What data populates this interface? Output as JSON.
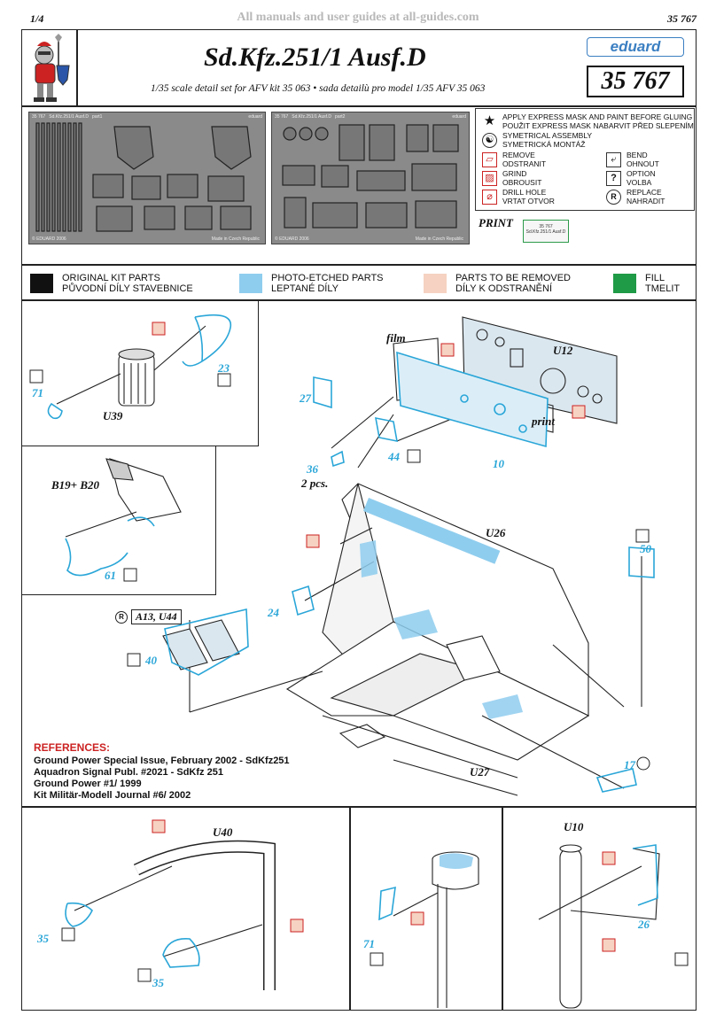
{
  "page": {
    "number": "1/4",
    "code": "35 767",
    "watermark": "All manuals and user guides at all-guides.com"
  },
  "header": {
    "title": "Sd.Kfz.251/1 Ausf.D",
    "subtitle": "1/35 scale detail set for AFV kit 35 063 • sada detailù pro model 1/35 AFV 35 063",
    "brand": "eduard",
    "code": "35 767"
  },
  "legend": {
    "mask": {
      "line1": "APPLY EXPRESS MASK AND PAINT BEFORE GLUING",
      "line2": "POUŽIT EXPRESS MASK NABARVIT PŘED SLEPENÍM"
    },
    "sym": {
      "line1": "SYMETRICAL ASSEMBLY",
      "line2": "SYMETRICKÁ MONTÁŽ"
    },
    "remove": {
      "line1": "REMOVE",
      "line2": "ODSTRANIT"
    },
    "bend": {
      "line1": "BEND",
      "line2": "OHNOUT"
    },
    "grind": {
      "line1": "GRIND",
      "line2": "OBROUSIT"
    },
    "option": {
      "line1": "OPTION",
      "line2": "VOLBA"
    },
    "drill": {
      "line1": "DRILL HOLE",
      "line2": "VRTAT OTVOR"
    },
    "replace": {
      "line1": "REPLACE",
      "line2": "NAHRADIT"
    }
  },
  "print_label": "PRINT",
  "print_sheet": {
    "code": "35 767",
    "name": "Sd.Kfz.251/1 Ausf.D"
  },
  "colors_bar": {
    "original": {
      "line1": "ORIGINAL KIT PARTS",
      "line2": "PŮVODNÍ DÍLY STAVEBNICE",
      "color": "#111111"
    },
    "pe": {
      "line1": "PHOTO-ETCHED PARTS",
      "line2": "LEPTANÉ DÍLY",
      "color": "#8fcdee"
    },
    "remove": {
      "line1": "PARTS TO BE REMOVED",
      "line2": "DÍLY K ODSTRANĚNÍ",
      "color": "#f6d2c2"
    },
    "fill": {
      "line1": "FILL",
      "line2": "TMELIT",
      "color": "#1f9a46"
    }
  },
  "frets": {
    "fret1": {
      "code": "35 767",
      "name": "Sd.Kfz.251/1 Ausf.D",
      "part": "part1",
      "brand": "eduard",
      "copyright": "© EDUARD 2006",
      "origin": "Made in Czech Republic"
    },
    "fret2": {
      "code": "35 767",
      "name": "Sd.Kfz.251/1 Ausf.D",
      "part": "part2",
      "brand": "eduard",
      "copyright": "© EDUARD 2006",
      "origin": "Made in Czech Republic"
    }
  },
  "labels": {
    "p71": "71",
    "p23": "23",
    "u39": "U39",
    "b19": "B19+ B20",
    "p61": "61",
    "film": "film",
    "print": "print",
    "u12": "U12",
    "p27": "27",
    "p44": "44",
    "p10": "10",
    "p36": "36",
    "pcs": "2 pcs.",
    "u26": "U26",
    "p50": "50",
    "p24": "24",
    "replace_ref": "A13, U44",
    "p40": "40",
    "p17": "17",
    "u27": "U27",
    "u40": "U40",
    "p35a": "35",
    "p35b": "35",
    "p71b": "71",
    "u10": "U10",
    "p26": "26"
  },
  "references": {
    "title": "REFERENCES:",
    "items": [
      "Ground Power Special Issue, February 2002 - SdKfz251",
      "Aquadron Signal Publ. #2021 - SdKfz 251",
      "Ground Power #1/ 1999",
      "Kit Militär-Modell Journal #6/ 2002"
    ]
  }
}
